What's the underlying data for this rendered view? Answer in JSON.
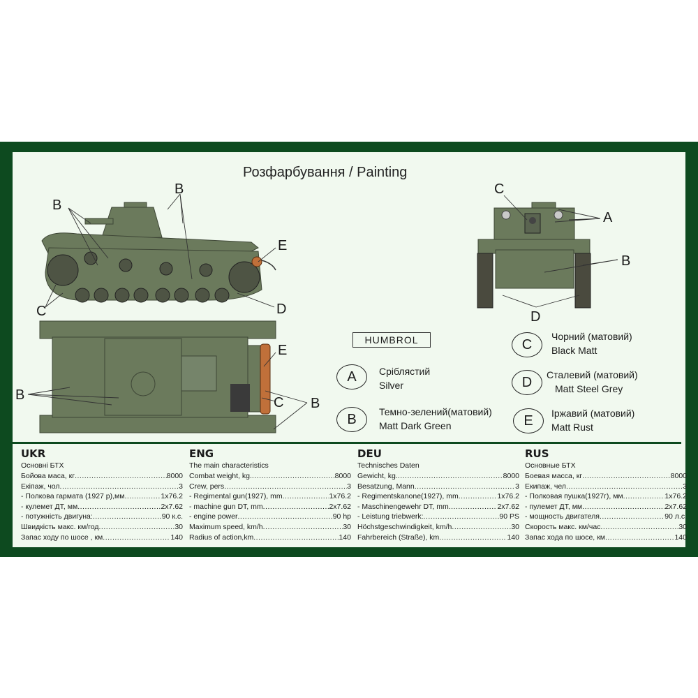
{
  "title": "Розфарбування /  Painting",
  "callouts": {
    "side_b1": "B",
    "side_b2": "B",
    "side_e": "E",
    "side_c": "C",
    "side_d": "D",
    "top_e": "E",
    "top_b_left": "B",
    "top_c": "C",
    "top_b_right": "B",
    "front_c": "C",
    "front_a": "A",
    "front_b": "B",
    "front_d": "D"
  },
  "brand": "HUMBROL",
  "colors": [
    {
      "letter": "A",
      "ukr": "Сріблястий",
      "eng": "Silver"
    },
    {
      "letter": "B",
      "ukr": "Темно-зелений(матовий)",
      "eng": "Matt Dark Green"
    },
    {
      "letter": "C",
      "ukr": "Чорний (матовий)",
      "eng": "Black Matt"
    },
    {
      "letter": "D",
      "ukr": "Сталевий (матовий)",
      "eng": "Matt Steel Grey"
    },
    {
      "letter": "E",
      "ukr": "Іржавий (матовий)",
      "eng": "Matt Rust"
    }
  ],
  "palette": {
    "frame": "#0d4a1f",
    "panel": "#f1f9ef",
    "tank_green": "#6b7a5c",
    "rust": "#c0703a"
  },
  "specs": [
    {
      "lang": "UKR",
      "subtitle": "Основні БТХ",
      "rows": [
        {
          "k": "Бойова маса, кг",
          "v": "8000"
        },
        {
          "k": "Екіпаж, чол ",
          "v": "3"
        },
        {
          "k": "- Полкова гармата (1927 р),мм ",
          "v": "1x76.2"
        },
        {
          "k": "- кулемет ДТ, мм",
          "v": "2x7.62"
        },
        {
          "k": "- потужність двигуна:",
          "v": "90 к.с."
        },
        {
          "k": "Швидкість макс. км/год",
          "v": "30"
        },
        {
          "k": "Запас ходу по шосе , км",
          "v": "140"
        }
      ]
    },
    {
      "lang": "ENG",
      "subtitle": "The main characteristics",
      "rows": [
        {
          "k": "Combat weight, kg.",
          "v": "8000"
        },
        {
          "k": "Crew, pers",
          "v": "3"
        },
        {
          "k": "- Regimental gun(1927), mm ",
          "v": "1x76.2"
        },
        {
          "k": "- machine gun DT, mm",
          "v": "2x7.62"
        },
        {
          "k": "- engine power ",
          "v": " 90 hp"
        },
        {
          "k": "Maximum speed, km/h ",
          "v": "30"
        },
        {
          "k": "Radius of action,km",
          "v": "140"
        }
      ]
    },
    {
      "lang": "DEU",
      "subtitle": "Technisches Daten",
      "rows": [
        {
          "k": "Gewicht, kg.",
          "v": "8000"
        },
        {
          "k": "Besatzung, Mann",
          "v": "3"
        },
        {
          "k": "- Regimentskanone(1927), mm ",
          "v": "1x76.2"
        },
        {
          "k": "- Maschinengewehr DT, mm",
          "v": "2x7.62"
        },
        {
          "k": "- Leistung triebwerk: ",
          "v": "90 PS"
        },
        {
          "k": "Höchstgeschwindigkeit, km/h ",
          "v": "30"
        },
        {
          "k": "Fahrbereich (Straße), km ",
          "v": "140"
        }
      ]
    },
    {
      "lang": "RUS",
      "subtitle": "Основные БТХ",
      "rows": [
        {
          "k": "Боевая масса, кг",
          "v": "8000"
        },
        {
          "k": "Екипаж, чел ",
          "v": "3"
        },
        {
          "k": "- Полковая пушка(1927г), мм ",
          "v": "1x76.2"
        },
        {
          "k": "- пулемет ДТ, мм ",
          "v": "2x7.62"
        },
        {
          "k": "- мощность двигателя",
          "v": "90 л.с."
        },
        {
          "k": "Скорость макс. км/час ",
          "v": "30"
        },
        {
          "k": "Запас хода по шосе, км ",
          "v": "140"
        }
      ]
    }
  ]
}
